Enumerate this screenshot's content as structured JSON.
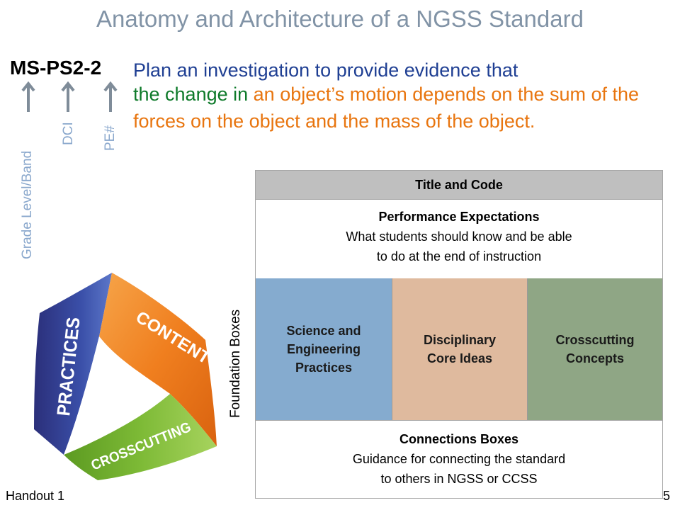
{
  "title": "Anatomy and Architecture of a NGSS Standard",
  "standard": {
    "code": "MS-PS2-2",
    "pe_line1_blue": "Plan an investigation to provide evidence that",
    "pe_green_1": "the change in",
    "pe_orange_1": "an object’s motion depends on the sum of the forces on the object and the mass of the object."
  },
  "code_labels": {
    "grade": "Grade Level/Band",
    "dci": "DCI",
    "pe": "PE#"
  },
  "graphic": {
    "practices": "PRACTICES",
    "content": "CONTENT",
    "crosscutting": "CROSSCUTTING"
  },
  "foundation_label": "Foundation Boxes",
  "table": {
    "title_row": "Title and Code",
    "pe_heading": "Performance Expectations",
    "pe_desc_1": "What students should know and be able",
    "pe_desc_2": "to do at the end of instruction",
    "sep_1": "Science and",
    "sep_2": "Engineering",
    "sep_3": "Practices",
    "dci_1": "Disciplinary",
    "dci_2": "Core Ideas",
    "ccc_1": "Crosscutting",
    "ccc_2": "Concepts",
    "conn_heading": "Connections Boxes",
    "conn_desc_1": "Guidance for connecting the standard",
    "conn_desc_2": "to others in NGSS or CCSS"
  },
  "footer": {
    "handout": "Handout 1",
    "page": "5"
  },
  "colors": {
    "title": "#8193A6",
    "blue_text": "#1F3F93",
    "green_text": "#0E7A2A",
    "orange_text": "#E8750F",
    "label_blue": "#89A7CC",
    "sep_box": "#85ABCF",
    "dci_box": "#DFBA9E",
    "ccc_box": "#8FA685"
  }
}
